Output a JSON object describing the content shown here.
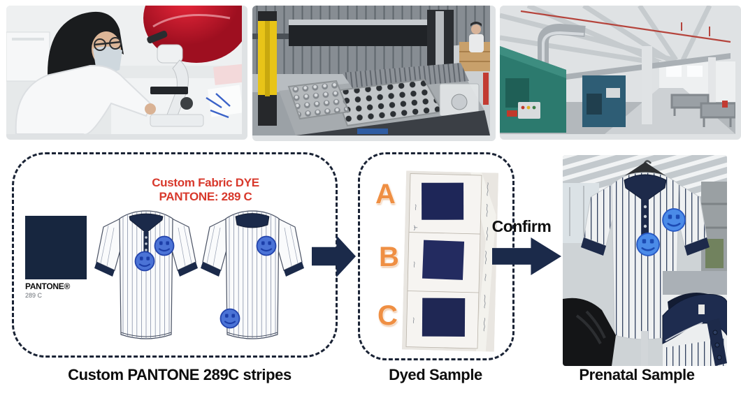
{
  "design_box": {
    "dye_note": {
      "line1": "Custom Fabric DYE",
      "line2": "PANTONE: 289 C"
    },
    "pantone_chip": {
      "brand": "PANTONE®",
      "code": "289 C"
    },
    "caption": "Custom PANTONE 289C stripes"
  },
  "dyed_sample_box": {
    "option_labels": [
      "A",
      "B",
      "C"
    ],
    "caption": "Dyed Sample"
  },
  "confirm": {
    "label": "Confirm"
  },
  "prenatal_box": {
    "caption": "Prenatal Sample"
  },
  "colors": {
    "pantone_289c_navy": "#17263F",
    "arrow_navy": "#1B2A4A",
    "note_red": "#D8392C",
    "option_orange": "#EF8F43",
    "smiley_blue": "#4B73D6",
    "caption_black": "#0D0D0D"
  }
}
